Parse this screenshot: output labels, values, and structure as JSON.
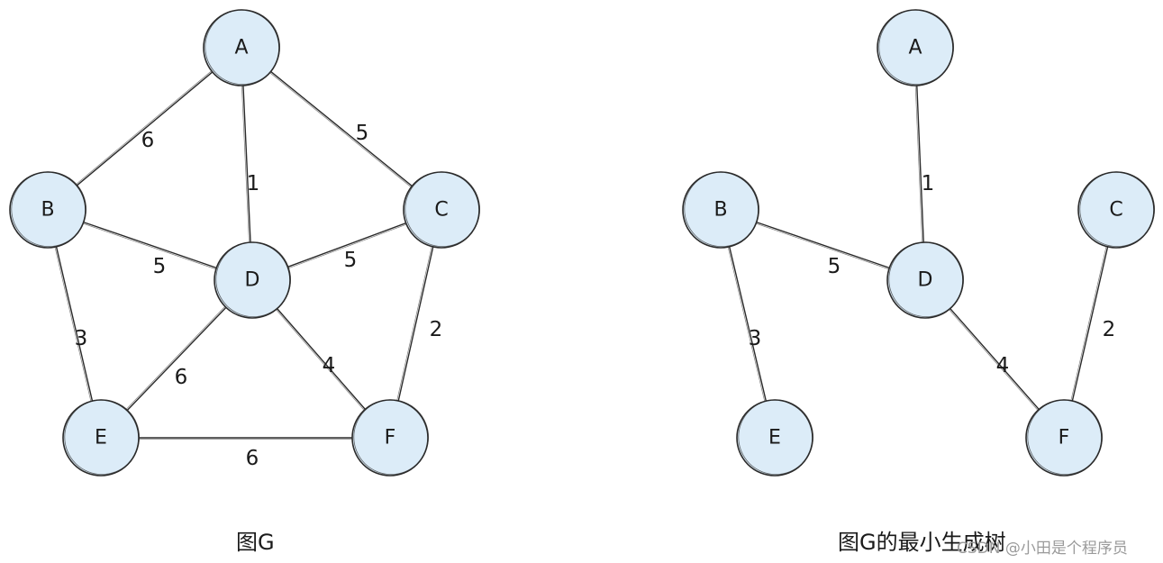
{
  "graphs": [
    {
      "id": "graph-g",
      "caption": "图G",
      "nodes": [
        {
          "id": "A",
          "label": "A"
        },
        {
          "id": "B",
          "label": "B"
        },
        {
          "id": "C",
          "label": "C"
        },
        {
          "id": "D",
          "label": "D"
        },
        {
          "id": "E",
          "label": "E"
        },
        {
          "id": "F",
          "label": "F"
        }
      ],
      "edges": [
        {
          "from": "A",
          "to": "B",
          "weight": "6"
        },
        {
          "from": "A",
          "to": "D",
          "weight": "1"
        },
        {
          "from": "A",
          "to": "C",
          "weight": "5"
        },
        {
          "from": "B",
          "to": "D",
          "weight": "5"
        },
        {
          "from": "D",
          "to": "C",
          "weight": "5"
        },
        {
          "from": "B",
          "to": "E",
          "weight": "3"
        },
        {
          "from": "D",
          "to": "E",
          "weight": "6"
        },
        {
          "from": "D",
          "to": "F",
          "weight": "4"
        },
        {
          "from": "C",
          "to": "F",
          "weight": "2"
        },
        {
          "from": "E",
          "to": "F",
          "weight": "6"
        }
      ]
    },
    {
      "id": "graph-mst",
      "caption": "图G的最小生成树",
      "nodes": [
        {
          "id": "A",
          "label": "A"
        },
        {
          "id": "B",
          "label": "B"
        },
        {
          "id": "C",
          "label": "C"
        },
        {
          "id": "D",
          "label": "D"
        },
        {
          "id": "E",
          "label": "E"
        },
        {
          "id": "F",
          "label": "F"
        }
      ],
      "edges": [
        {
          "from": "A",
          "to": "D",
          "weight": "1"
        },
        {
          "from": "B",
          "to": "D",
          "weight": "5"
        },
        {
          "from": "B",
          "to": "E",
          "weight": "3"
        },
        {
          "from": "D",
          "to": "F",
          "weight": "4"
        },
        {
          "from": "C",
          "to": "F",
          "weight": "2"
        }
      ]
    }
  ],
  "watermark": "CSDN @小田是个程序员"
}
